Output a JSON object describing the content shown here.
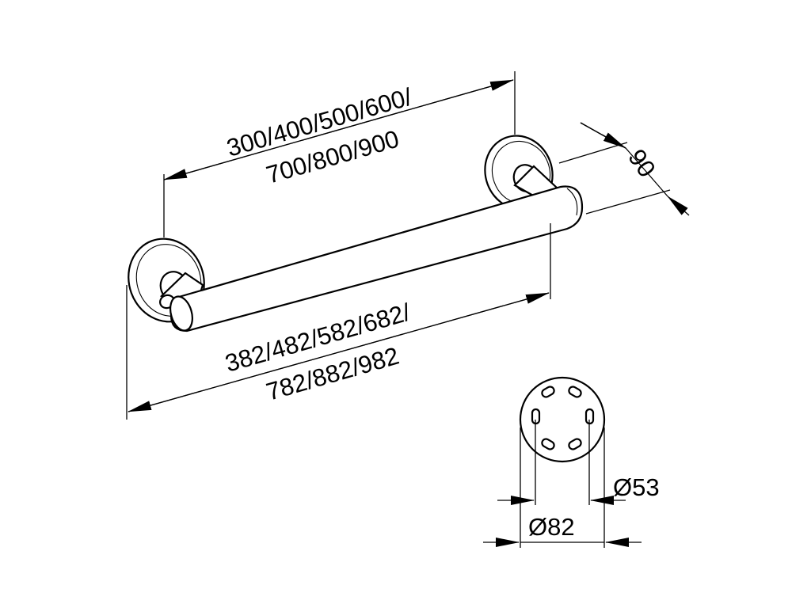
{
  "dimensions": {
    "length_line1": "300/400/500/600/",
    "length_line2": "700/800/900",
    "overall_line1": "382/482/582/682/",
    "overall_line2": "782/882/982",
    "projection": "90",
    "inner_diameter": "Ø53",
    "outer_diameter": "Ø82"
  }
}
